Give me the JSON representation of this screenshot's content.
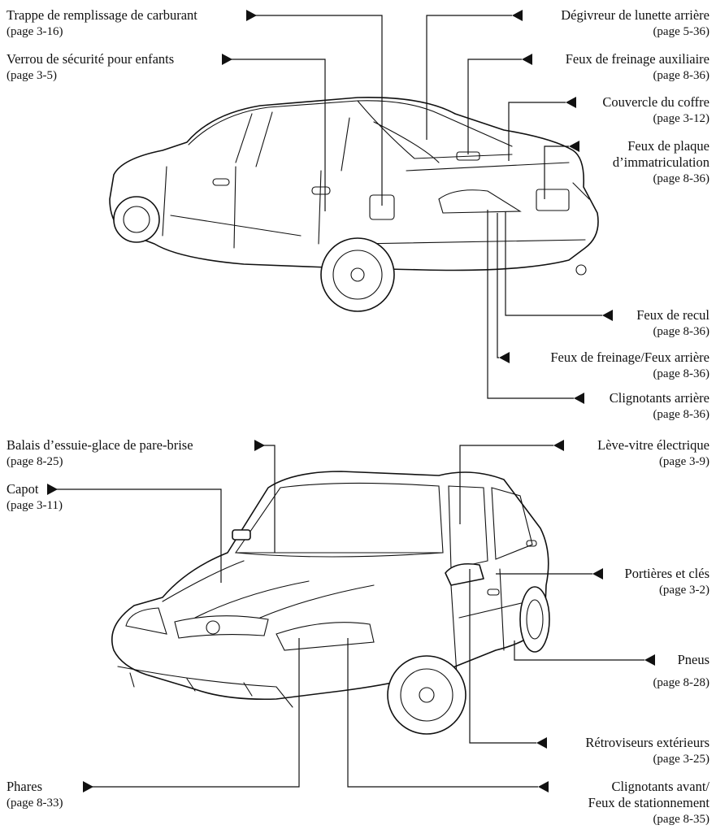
{
  "labels": {
    "fuel_door": {
      "name": "Trappe de remplissage de carburant",
      "page": "(page 3-16)"
    },
    "child_lock": {
      "name": "Verrou de sécurité pour enfants",
      "page": "(page 3-5)"
    },
    "rear_defroster": {
      "name": "Dégivreur de lunette arrière",
      "page": "(page 5-36)"
    },
    "aux_brake": {
      "name": "Feux de freinage auxiliaire",
      "page": "(page 8-36)"
    },
    "trunk_lid": {
      "name": "Couvercle du coffre",
      "page": "(page 3-12)"
    },
    "license_plate": {
      "name1": "Feux de plaque",
      "name2": "d’immatriculation",
      "page": "(page 8-36)"
    },
    "reverse": {
      "name": "Feux de recul",
      "page": "(page 8-36)"
    },
    "brake_tail": {
      "name": "Feux de freinage/Feux arrière",
      "page": "(page 8-36)"
    },
    "rear_turn": {
      "name": "Clignotants arrière",
      "page": "(page 8-36)"
    },
    "wiper": {
      "name": "Balais d’essuie-glace de pare-brise",
      "page": "(page 8-25)"
    },
    "hood": {
      "name": "Capot",
      "page": "(page 3-11)"
    },
    "power_window": {
      "name": "Lève-vitre électrique",
      "page": "(page 3-9)"
    },
    "doors_keys": {
      "name": "Portières et clés",
      "page": "(page 3-2)"
    },
    "tires": {
      "name": "Pneus",
      "page": "(page 8-28)"
    },
    "mirrors": {
      "name": "Rétroviseurs extérieurs",
      "page": "(page 3-25)"
    },
    "headlights": {
      "name": "Phares",
      "page": "(page 8-33)"
    },
    "front_turn": {
      "name1": "Clignotants avant/",
      "name2": "Feux de stationnement",
      "page": "(page 8-35)"
    }
  }
}
